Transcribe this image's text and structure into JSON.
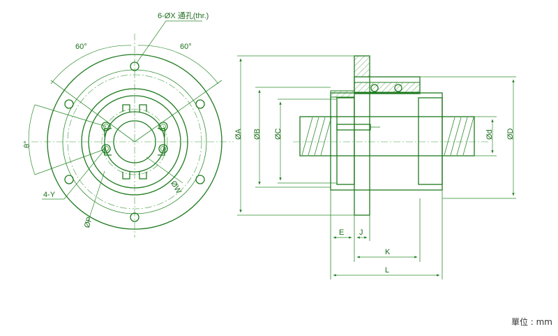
{
  "colors": {
    "line": "#1e7a1e",
    "text": "#1e6e1e",
    "unit_text": "#333333"
  },
  "labels": {
    "holes_note": "6-ØX 通孔(thr.)",
    "angle_top_left": "60°",
    "angle_top_right": "60°",
    "theta": "θ°",
    "four_y": "4-Y",
    "phi_p": "ØP",
    "phi_w": "ØW",
    "phi_a": "ØA",
    "phi_b": "ØB",
    "phi_c": "ØC",
    "phi_d_small": "Ød",
    "phi_d_big": "ØD",
    "dim_e": "E",
    "dim_j": "J",
    "dim_k": "K",
    "dim_l": "L"
  },
  "unit": "單位 : mm"
}
